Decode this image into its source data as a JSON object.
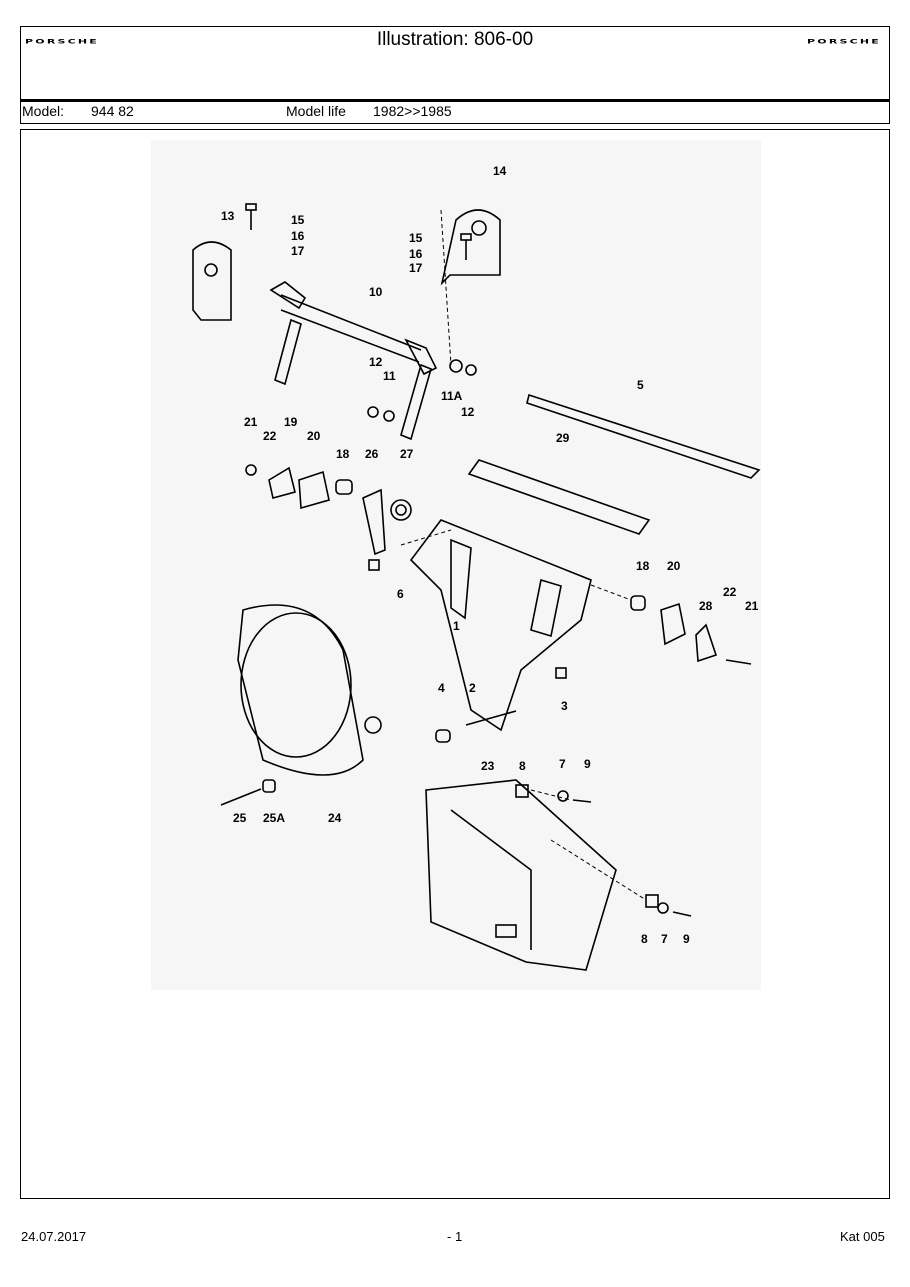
{
  "header": {
    "logo_left": "PORSCHE",
    "logo_right": "PORSCHE",
    "title": "Illustration: 806-00"
  },
  "model_bar": {
    "model_label": "Model:",
    "model_value": "944 82",
    "life_label": "Model life",
    "life_value": "1982>>1985"
  },
  "diagram": {
    "part_numbers": [
      "13",
      "15",
      "16",
      "17",
      "14",
      "15",
      "16",
      "17",
      "10",
      "12",
      "11",
      "11A",
      "12",
      "5",
      "21",
      "22",
      "19",
      "20",
      "18",
      "26",
      "27",
      "29",
      "6",
      "1",
      "18",
      "20",
      "28",
      "22",
      "21",
      "4",
      "2",
      "3",
      "25",
      "25A",
      "24",
      "23",
      "8",
      "7",
      "9",
      "8",
      "7",
      "9"
    ]
  },
  "footer": {
    "date": "24.07.2017",
    "page": "- 1",
    "catalog": "Kat 005"
  }
}
